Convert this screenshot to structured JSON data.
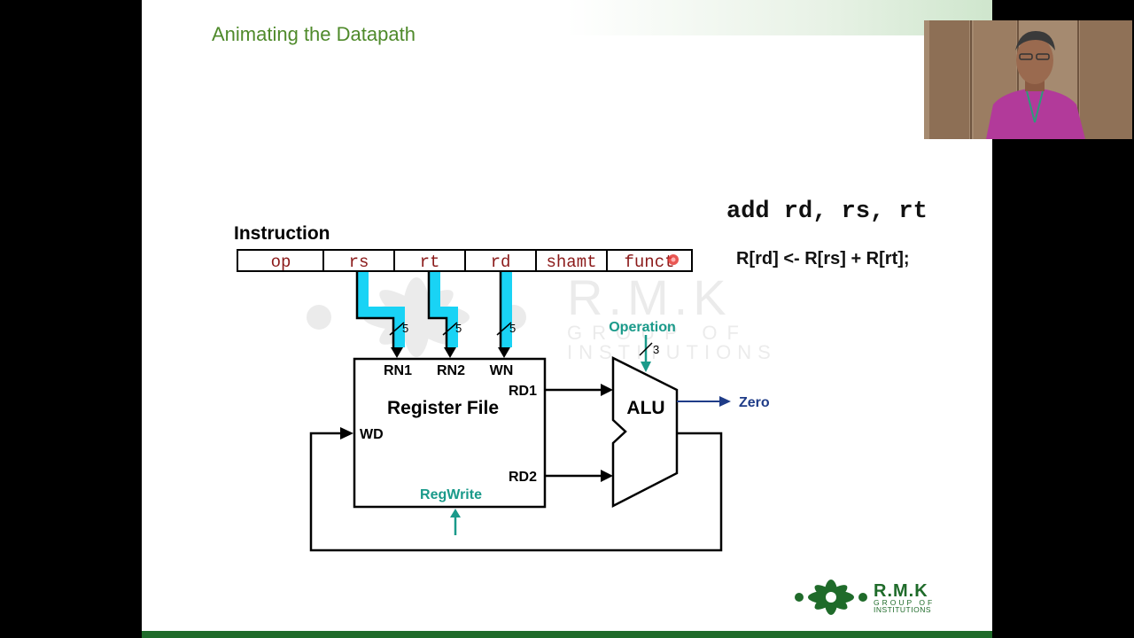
{
  "slide": {
    "title": "Animating the Datapath"
  },
  "instruction_asm": "add rd, rs, rt",
  "instruction_rtl": "R[rd] <- R[rs] + R[rt];",
  "diagram": {
    "instruction_label": "Instruction",
    "fields": [
      "op",
      "rs",
      "rt",
      "rd",
      "shamt",
      "funct"
    ],
    "bus_widths": {
      "rn1": "5",
      "rn2": "5",
      "wn": "5",
      "operation": "3"
    },
    "register_file": {
      "title": "Register File",
      "rn1": "RN1",
      "rn2": "RN2",
      "wn": "WN",
      "rd1": "RD1",
      "rd2": "RD2",
      "wd": "WD"
    },
    "regwrite_label": "RegWrite",
    "operation_label": "Operation",
    "alu_label": "ALU",
    "zero_label": "Zero"
  },
  "watermark": {
    "name": "R.M.K",
    "line1": "GROUP OF",
    "line2": "INSTITUTIONS"
  },
  "logo": {
    "name": "R.M.K",
    "line1": "GROUP OF",
    "line2": "INSTITUTIONS"
  },
  "colors": {
    "title": "#4f8a2b",
    "highlight": "#19d3f5",
    "teal": "#1a9a8a",
    "field_text": "#8b1a1a",
    "zero": "#1f3c88",
    "logo_green": "#1f6b2a"
  }
}
